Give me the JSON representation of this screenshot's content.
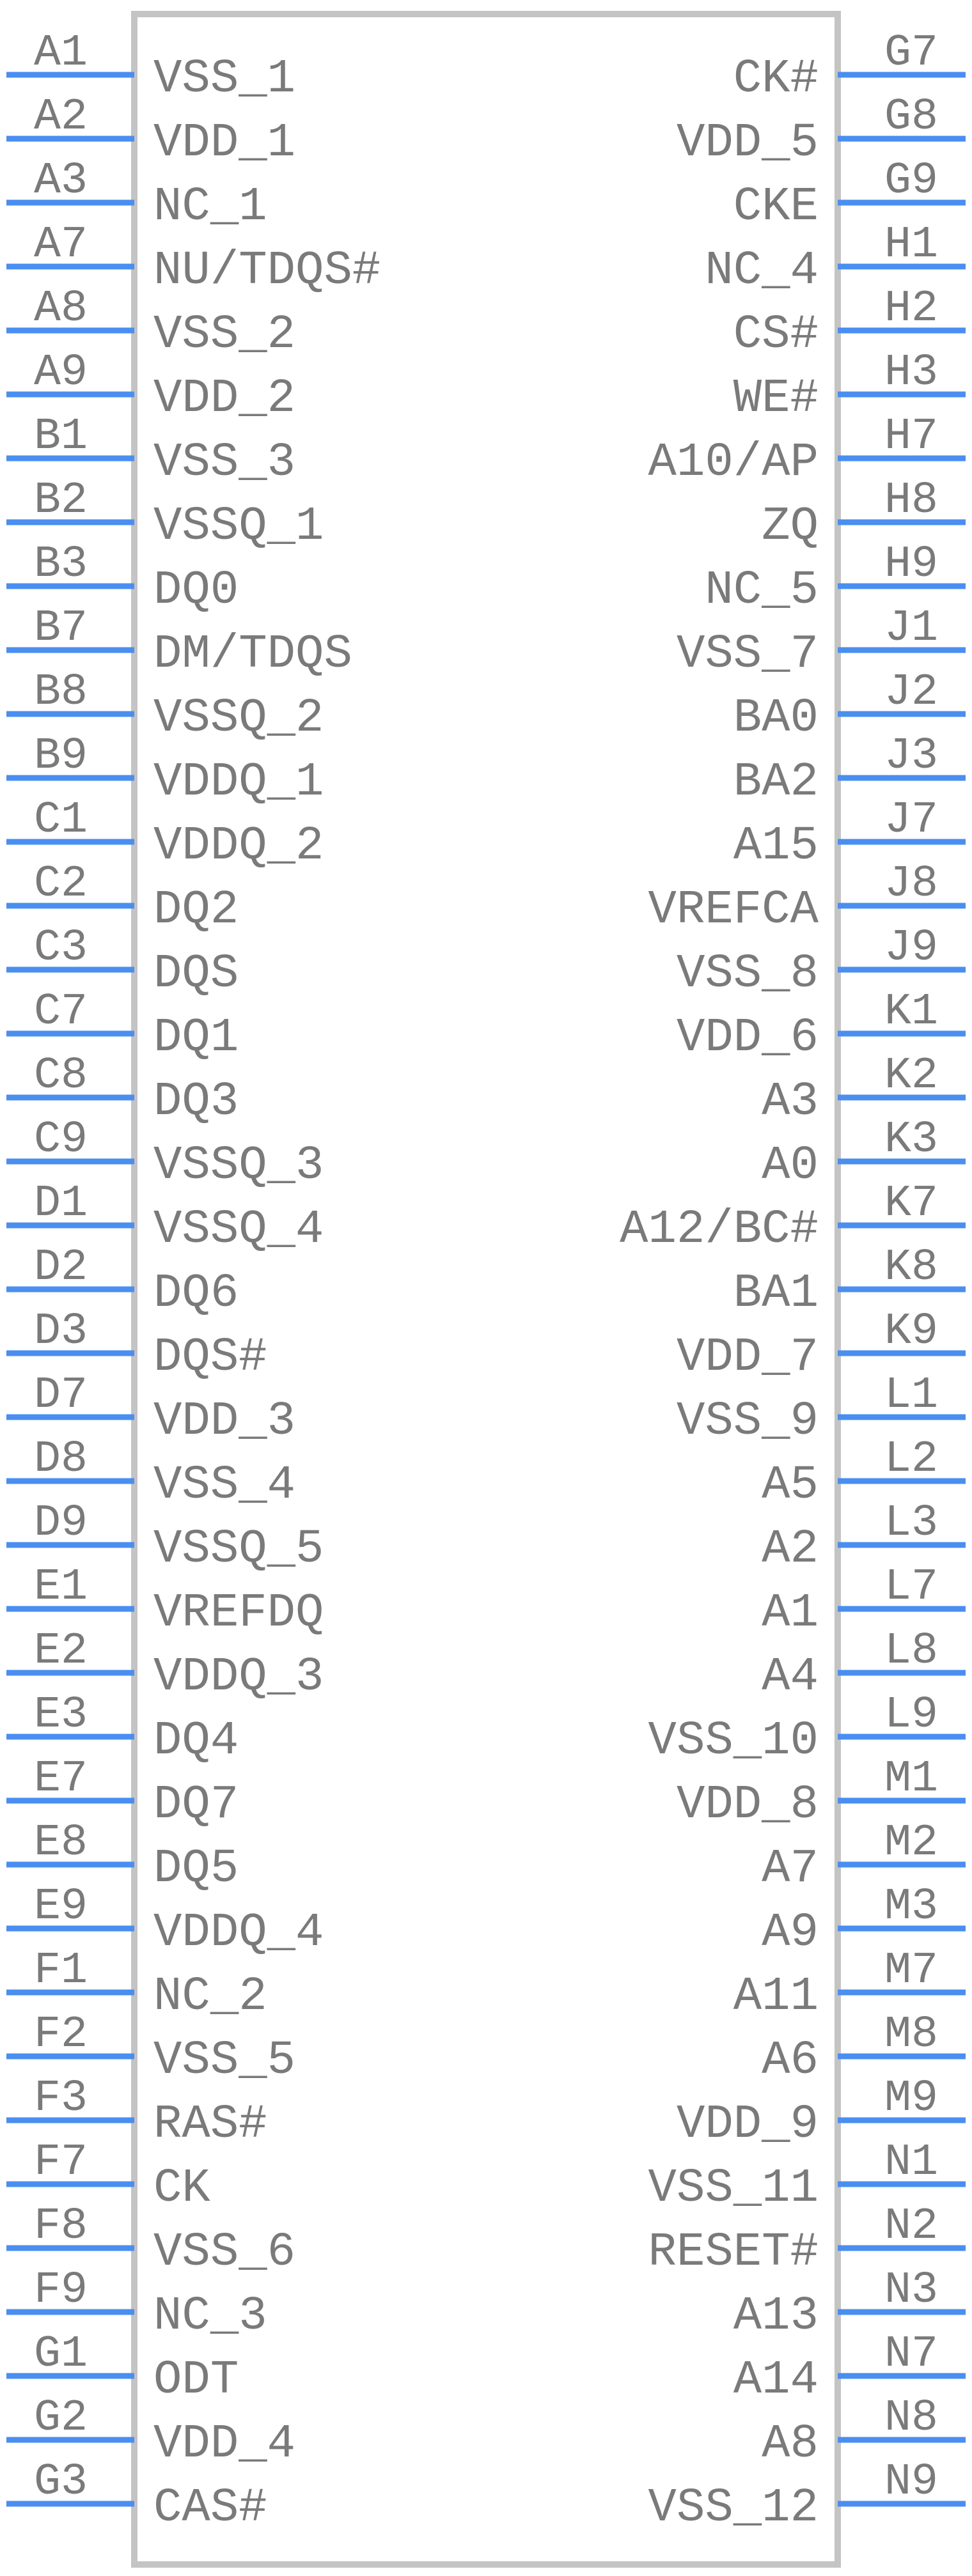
{
  "colors": {
    "pin": "#4a8ef0",
    "body_stroke": "#c4c4c4",
    "text": "#7a7a7a",
    "background": "#ffffff"
  },
  "left_pins": [
    {
      "number": "A1",
      "name": "VSS_1"
    },
    {
      "number": "A2",
      "name": "VDD_1"
    },
    {
      "number": "A3",
      "name": "NC_1"
    },
    {
      "number": "A7",
      "name": "NU/TDQS#"
    },
    {
      "number": "A8",
      "name": "VSS_2"
    },
    {
      "number": "A9",
      "name": "VDD_2"
    },
    {
      "number": "B1",
      "name": "VSS_3"
    },
    {
      "number": "B2",
      "name": "VSSQ_1"
    },
    {
      "number": "B3",
      "name": "DQ0"
    },
    {
      "number": "B7",
      "name": "DM/TDQS"
    },
    {
      "number": "B8",
      "name": "VSSQ_2"
    },
    {
      "number": "B9",
      "name": "VDDQ_1"
    },
    {
      "number": "C1",
      "name": "VDDQ_2"
    },
    {
      "number": "C2",
      "name": "DQ2"
    },
    {
      "number": "C3",
      "name": "DQS"
    },
    {
      "number": "C7",
      "name": "DQ1"
    },
    {
      "number": "C8",
      "name": "DQ3"
    },
    {
      "number": "C9",
      "name": "VSSQ_3"
    },
    {
      "number": "D1",
      "name": "VSSQ_4"
    },
    {
      "number": "D2",
      "name": "DQ6"
    },
    {
      "number": "D3",
      "name": "DQS#"
    },
    {
      "number": "D7",
      "name": "VDD_3"
    },
    {
      "number": "D8",
      "name": "VSS_4"
    },
    {
      "number": "D9",
      "name": "VSSQ_5"
    },
    {
      "number": "E1",
      "name": "VREFDQ"
    },
    {
      "number": "E2",
      "name": "VDDQ_3"
    },
    {
      "number": "E3",
      "name": "DQ4"
    },
    {
      "number": "E7",
      "name": "DQ7"
    },
    {
      "number": "E8",
      "name": "DQ5"
    },
    {
      "number": "E9",
      "name": "VDDQ_4"
    },
    {
      "number": "F1",
      "name": "NC_2"
    },
    {
      "number": "F2",
      "name": "VSS_5"
    },
    {
      "number": "F3",
      "name": "RAS#"
    },
    {
      "number": "F7",
      "name": "CK"
    },
    {
      "number": "F8",
      "name": "VSS_6"
    },
    {
      "number": "F9",
      "name": "NC_3"
    },
    {
      "number": "G1",
      "name": "ODT"
    },
    {
      "number": "G2",
      "name": "VDD_4"
    },
    {
      "number": "G3",
      "name": "CAS#"
    }
  ],
  "right_pins": [
    {
      "number": "G7",
      "name": "CK#"
    },
    {
      "number": "G8",
      "name": "VDD_5"
    },
    {
      "number": "G9",
      "name": "CKE"
    },
    {
      "number": "H1",
      "name": "NC_4"
    },
    {
      "number": "H2",
      "name": "CS#"
    },
    {
      "number": "H3",
      "name": "WE#"
    },
    {
      "number": "H7",
      "name": "A10/AP"
    },
    {
      "number": "H8",
      "name": "ZQ"
    },
    {
      "number": "H9",
      "name": "NC_5"
    },
    {
      "number": "J1",
      "name": "VSS_7"
    },
    {
      "number": "J2",
      "name": "BA0"
    },
    {
      "number": "J3",
      "name": "BA2"
    },
    {
      "number": "J7",
      "name": "A15"
    },
    {
      "number": "J8",
      "name": "VREFCA"
    },
    {
      "number": "J9",
      "name": "VSS_8"
    },
    {
      "number": "K1",
      "name": "VDD_6"
    },
    {
      "number": "K2",
      "name": "A3"
    },
    {
      "number": "K3",
      "name": "A0"
    },
    {
      "number": "K7",
      "name": "A12/BC#"
    },
    {
      "number": "K8",
      "name": "BA1"
    },
    {
      "number": "K9",
      "name": "VDD_7"
    },
    {
      "number": "L1",
      "name": "VSS_9"
    },
    {
      "number": "L2",
      "name": "A5"
    },
    {
      "number": "L3",
      "name": "A2"
    },
    {
      "number": "L7",
      "name": "A1"
    },
    {
      "number": "L8",
      "name": "A4"
    },
    {
      "number": "L9",
      "name": "VSS_10"
    },
    {
      "number": "M1",
      "name": "VDD_8"
    },
    {
      "number": "M2",
      "name": "A7"
    },
    {
      "number": "M3",
      "name": "A9"
    },
    {
      "number": "M7",
      "name": "A11"
    },
    {
      "number": "M8",
      "name": "A6"
    },
    {
      "number": "M9",
      "name": "VDD_9"
    },
    {
      "number": "N1",
      "name": "VSS_11"
    },
    {
      "number": "N2",
      "name": "RESET#"
    },
    {
      "number": "N3",
      "name": "A13"
    },
    {
      "number": "N7",
      "name": "A14"
    },
    {
      "number": "N8",
      "name": "A8"
    },
    {
      "number": "N9",
      "name": "VSS_12"
    }
  ]
}
